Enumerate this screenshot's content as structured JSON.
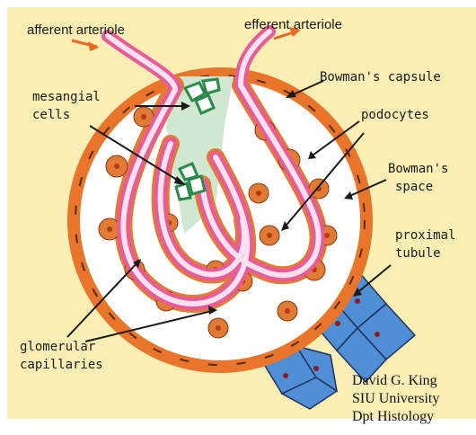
{
  "labels": {
    "afferent": "afferent arteriole",
    "efferent": "efferent arteriole",
    "bowmans_capsule": "Bowman's capsule",
    "mesangial_1": "mesangial",
    "mesangial_2": "cells",
    "podocytes": "podocytes",
    "bowmans_space_1": "Bowman's",
    "bowmans_space_2": "space",
    "proximal_1": "proximal",
    "proximal_2": "tubule",
    "glomerular_1": "glomerular",
    "glomerular_2": "capillaries"
  },
  "credit": {
    "line1": "David G. King",
    "line2": "SIU University",
    "line3": "Dpt Histology"
  },
  "colors": {
    "background": "#f9eeb3",
    "capsule": "#e8752a",
    "capsule_dash": "#5a2a10",
    "space": "#ffffff",
    "capillary_wall": "#e85a9a",
    "capillary_lumen": "#fbe2ee",
    "podocyte": "#e07a35",
    "mesangium": "#cfe8cf",
    "mesangial_cell": "#2a8a4a",
    "tubule": "#4f8fd6",
    "arrow": "#e86a1f"
  }
}
